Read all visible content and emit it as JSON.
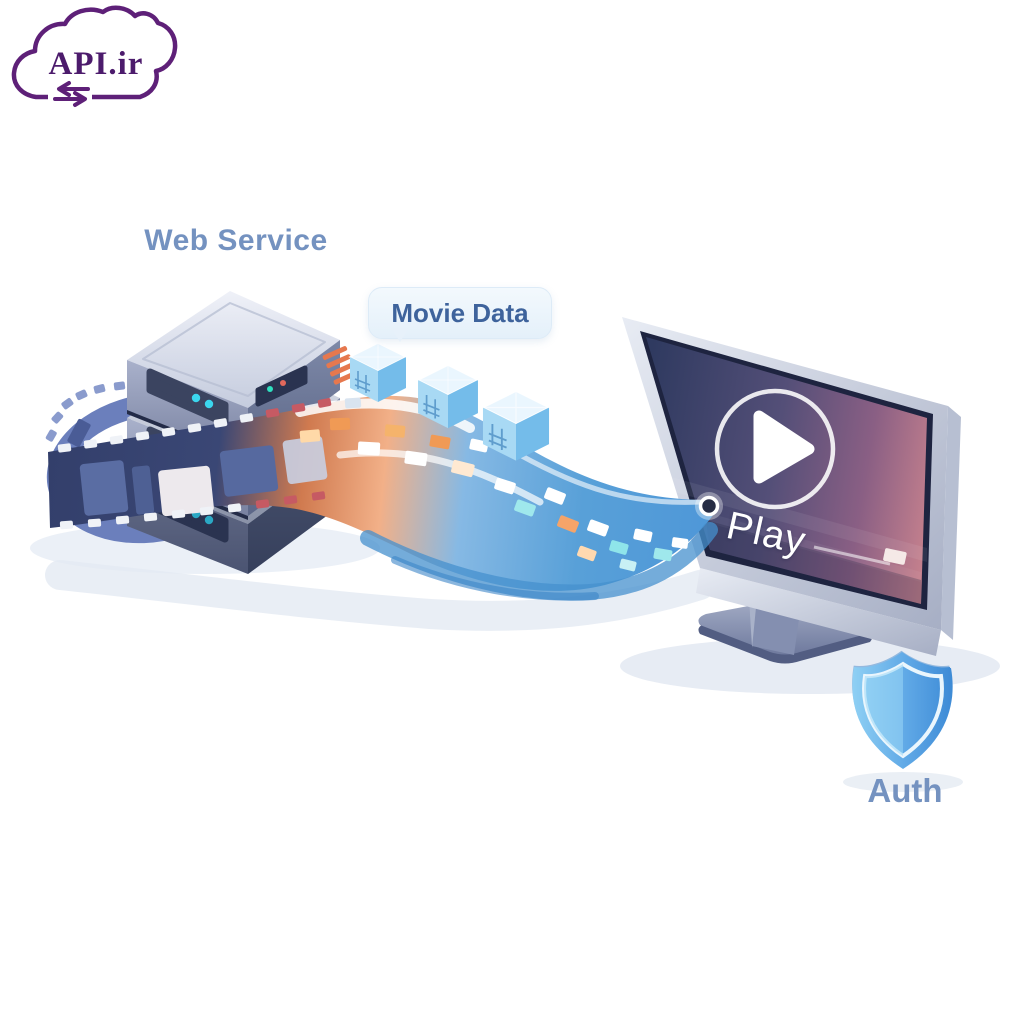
{
  "logo": {
    "text": "API.ir"
  },
  "diagram": {
    "web_service_label": "Web Service",
    "movie_data_label": "Movie Data",
    "play_label": "Play",
    "auth_label": "Auth"
  },
  "icons": [
    "cloud-logo-icon",
    "sync-arrows-icon",
    "server-stack-icon",
    "film-strip-icon",
    "data-stream-icon",
    "data-cube-icon",
    "monitor-icon",
    "play-button-icon",
    "progress-bar-icon",
    "stream-entry-dot-icon",
    "monitor-stand-icon",
    "auth-shield-icon"
  ],
  "colors": {
    "logo_purple": "#5E2078",
    "label_blue": "#7492C0",
    "tooltip_text": "#3E639C",
    "tooltip_bg": "#EAF4FB",
    "film_navy": "#36426E",
    "stream_orange": "#F09A55",
    "stream_blue": "#58A0D8",
    "screen_dark": "#2F3A60",
    "screen_pink": "#C9838E",
    "shield_blue": "#4E97DE"
  }
}
